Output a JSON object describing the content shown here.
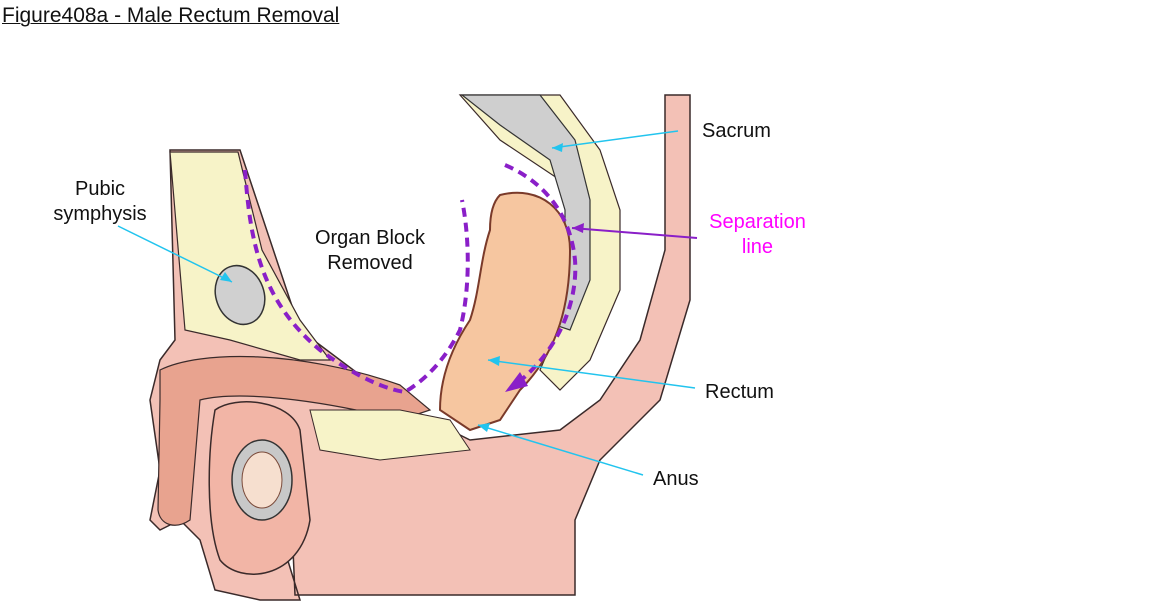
{
  "title": "Figure408a - Male Rectum Removal",
  "labels": {
    "pubic_symphysis_line1": "Pubic",
    "pubic_symphysis_line2": "symphysis",
    "organ_block_line1": "Organ Block",
    "organ_block_line2": "Removed",
    "sacrum": "Sacrum",
    "separation_line1": "Separation",
    "separation_line2": "line",
    "rectum": "Rectum",
    "anus": "Anus"
  },
  "colors": {
    "leader_line": "#22c4ee",
    "separation_line": "#8a1fc8",
    "separation_label": "#ff00ff",
    "skin": "#f3c1b6",
    "bone": "#f7f3c8",
    "rectum": "#f6c6a0",
    "vertebra": "#cfcfcf"
  }
}
